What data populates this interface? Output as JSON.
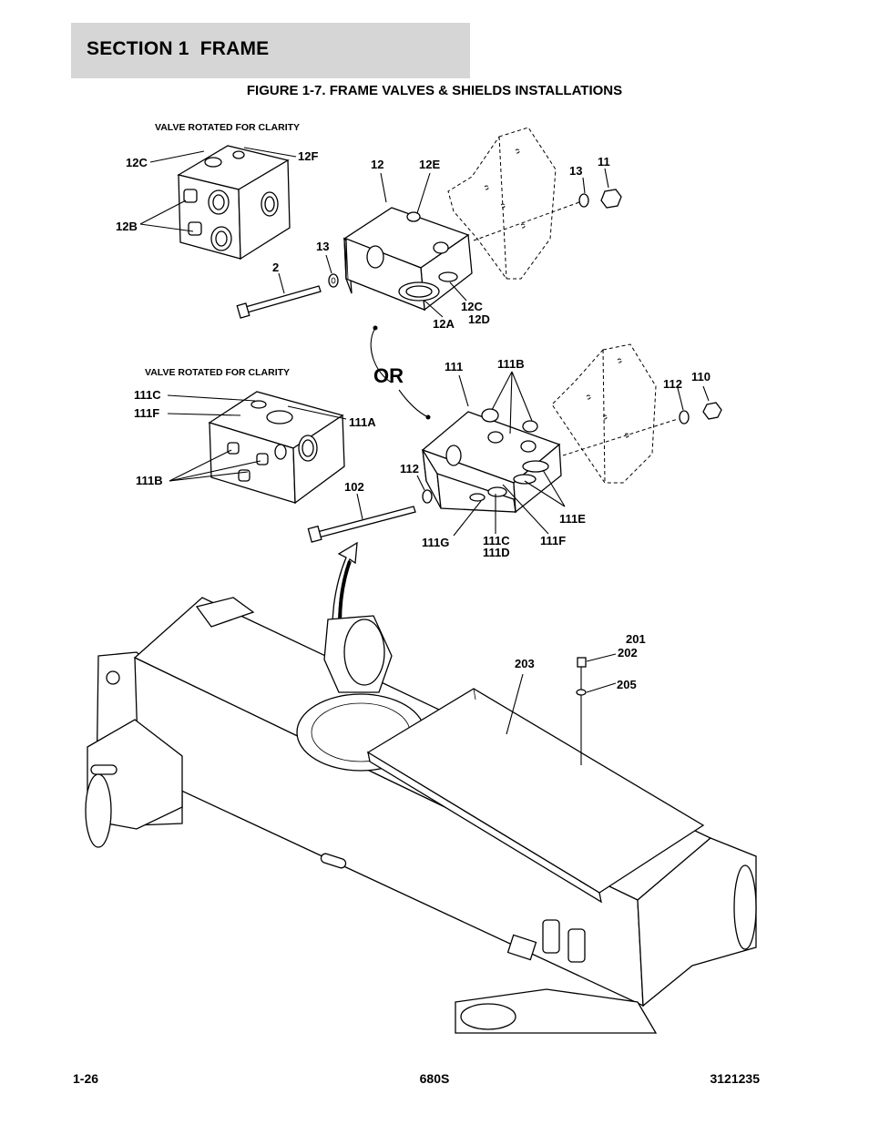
{
  "header": {
    "section_title": "SECTION 1  FRAME"
  },
  "figure": {
    "title": "FIGURE 1-7. FRAME VALVES & SHIELDS INSTALLATIONS"
  },
  "notes": {
    "top_rotated": "VALVE ROTATED FOR CLARITY",
    "mid_rotated": "VALVE ROTATED FOR CLARITY",
    "or": "OR"
  },
  "callouts": {
    "c12C_top": "12C",
    "c12F": "12F",
    "c12B": "12B",
    "c12": "12",
    "c12E": "12E",
    "c13_top": "13",
    "c11": "11",
    "c13_mid": "13",
    "c2": "2",
    "c12C_bot": "12C",
    "c12D": "12D",
    "c12A": "12A",
    "c111C_left": "111C",
    "c111F_left": "111F",
    "c111A": "111A",
    "c111B_left": "111B",
    "c111": "111",
    "c111B_right": "111B",
    "c112_right": "112",
    "c110": "110",
    "c112_mid": "112",
    "c102": "102",
    "c111E": "111E",
    "c111G": "111G",
    "c111C_bot": "111C",
    "c111D": "111D",
    "c111F_bot": "111F",
    "c201": "201",
    "c202": "202",
    "c203": "203",
    "c205": "205"
  },
  "footer": {
    "page": "1-26",
    "model": "680S",
    "doc_number": "3121235"
  }
}
